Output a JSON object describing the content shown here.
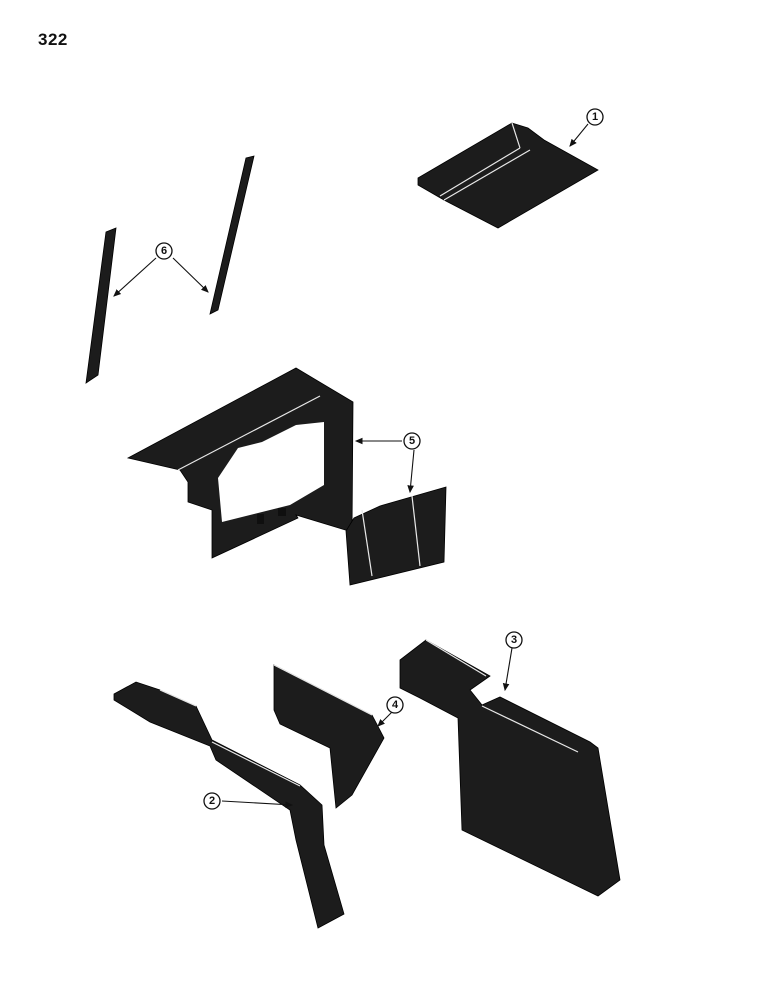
{
  "page": {
    "number": "322"
  },
  "callouts": [
    {
      "id": "1",
      "label": "1"
    },
    {
      "id": "2",
      "label": "2"
    },
    {
      "id": "3",
      "label": "3"
    },
    {
      "id": "4",
      "label": "4"
    },
    {
      "id": "5",
      "label": "5"
    },
    {
      "id": "6",
      "label": "6"
    }
  ]
}
